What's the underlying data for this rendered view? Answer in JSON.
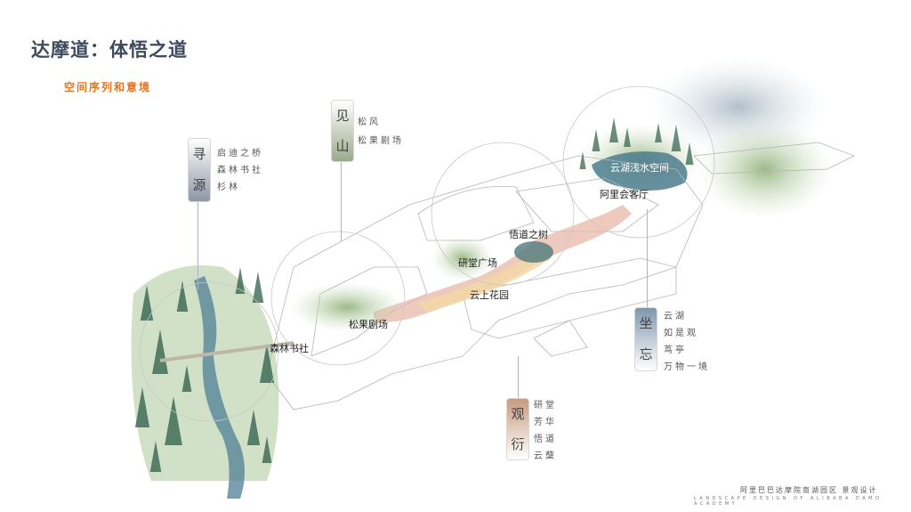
{
  "header": {
    "title": "达摩道：体悟之道",
    "subtitle": "空间序列和意境"
  },
  "tags": [
    {
      "title": [
        "寻",
        "源"
      ],
      "items": [
        "启迪之桥",
        "森林书社",
        "杉林"
      ],
      "color": "#8e97a6"
    },
    {
      "title": [
        "见",
        "山"
      ],
      "items": [
        "松风",
        "松果剧场"
      ],
      "color": "#9aaa8c"
    },
    {
      "title": [
        "坐",
        "忘"
      ],
      "items": [
        "云湖",
        "如是观",
        "茑亭",
        "万物一境"
      ],
      "color": "#7f97ae"
    },
    {
      "title": [
        "观",
        "衍"
      ],
      "items": [
        "研堂",
        "芳华",
        "悟道",
        "云蘖"
      ],
      "color": "#c79b80"
    }
  ],
  "map_labels": {
    "cloud_lake": "云湖浅水空间",
    "ali_lounge": "阿里会客厅",
    "enlightenment_tree": "悟道之树",
    "research_plaza": "研堂广场",
    "cloud_garden": "云上花园",
    "pinecone_theater": "松果剧场",
    "forest_library": "森林书社"
  },
  "footer": {
    "cn": "阿里巴巴达摩院南湖园区 景观设计",
    "en": "LANDSCAPE DESIGN OF ALIBABA DAMO ACADEMY"
  }
}
